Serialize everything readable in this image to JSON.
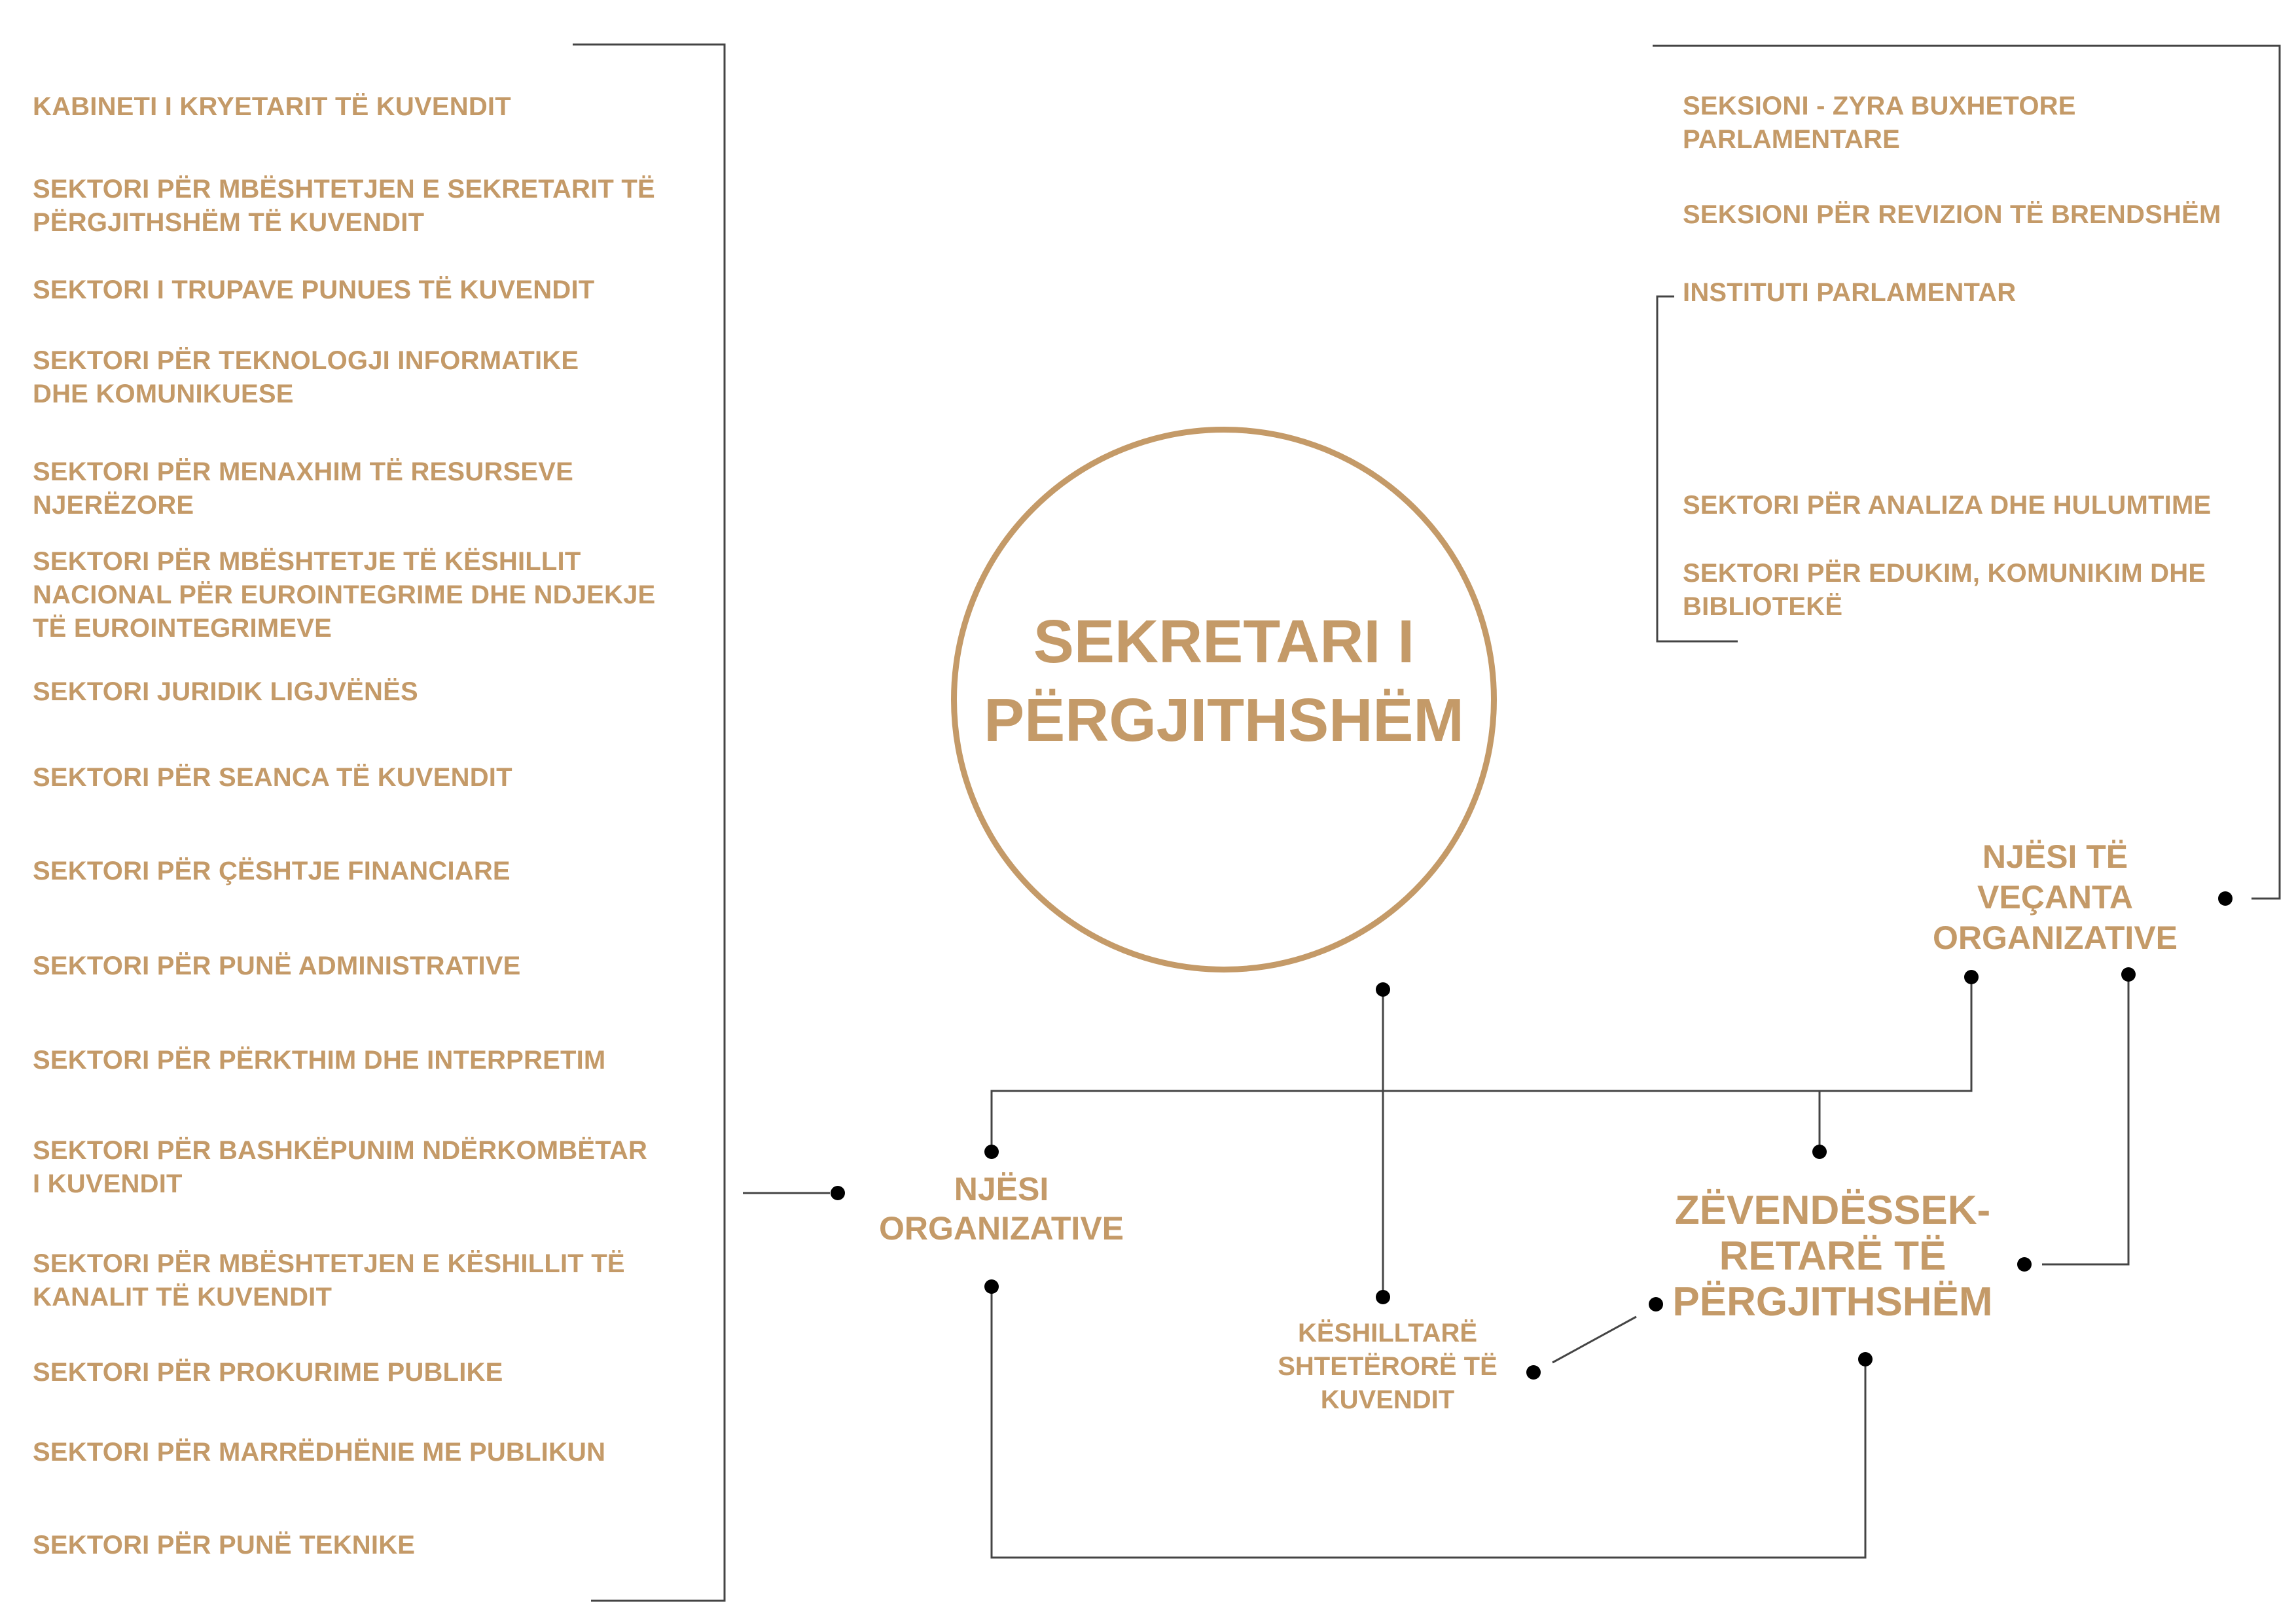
{
  "colors": {
    "accent": "#c49a68",
    "line": "#444444",
    "dot": "#000000"
  },
  "center": {
    "title": "SEKRETARI I\nPËRGJITHSHËM"
  },
  "nodes": {
    "organizational_units": "NJËSI\nORGANIZATIVE",
    "special_units": "NJËSI TË\nVEÇANTA\nORGANIZATIVE",
    "deputy_secretaries": "ZËVENDËSSEK-\nRETARË TË\nPËRGJITHSHËM",
    "state_advisors": "KËSHILLTARË\nSHTETËRORË TË\nKUVENDIT"
  },
  "left_list": [
    "KABINETI I KRYETARIT TË KUVENDIT",
    "SEKTORI PËR MBËSHTETJEN E SEKRETARIT TË\nPËRGJITHSHËM TË KUVENDIT",
    "SEKTORI I TRUPAVE PUNUES TË KUVENDIT",
    "SEKTORI PËR TEKNOLOGJI INFORMATIKE\nDHE KOMUNIKUESE",
    "SEKTORI PËR MENAXHIM TË RESURSEVE\nNJERËZORE",
    "SEKTORI PËR MBËSHTETJE TË KËSHILLIT\nNACIONAL PËR EUROINTEGRIME DHE NDJEKJE\nTË EUROINTEGRIMEVE",
    "SEKTORI JURIDIK LIGJVËNËS",
    "SEKTORI PËR SEANCA TË KUVENDIT",
    "SEKTORI PËR ÇËSHTJE FINANCIARE",
    "SEKTORI PËR PUNË ADMINISTRATIVE",
    "SEKTORI PËR PËRKTHIM DHE INTERPRETIM",
    "SEKTORI PËR BASHKËPUNIM NDËRKOMBËTAR\nI KUVENDIT",
    "SEKTORI PËR MBËSHTETJEN E KËSHILLIT TË\nKANALIT TË KUVENDIT",
    "SEKTORI PËR PROKURIME PUBLIKE",
    "SEKTORI PËR MARRËDHËNIE ME PUBLIKUN",
    "SEKTORI PËR PUNË TEKNIKE"
  ],
  "right_list": [
    "SEKSIONI - ZYRA BUXHETORE\nPARLAMENTARE",
    "SEKSIONI PËR REVIZION TË BRENDSHËM",
    "INSTITUTI PARLAMENTAR",
    "SEKTORI PËR ANALIZA DHE HULUMTIME",
    "SEKTORI PËR EDUKIM, KOMUNIKIM DHE\nBIBLIOTEKË"
  ]
}
